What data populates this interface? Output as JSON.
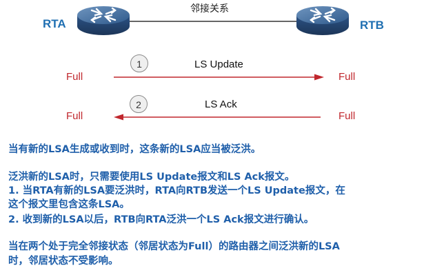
{
  "diagram": {
    "neighbor_label": "邻接关系",
    "router_a": "RTA",
    "router_b": "RTB",
    "messages": [
      {
        "step": "1",
        "label": "LS Update",
        "direction": "right",
        "left_state": "Full",
        "right_state": "Full"
      },
      {
        "step": "2",
        "label": "LS Ack",
        "direction": "left",
        "left_state": "Full",
        "right_state": "Full"
      }
    ],
    "colors": {
      "arrow": "#c0272d",
      "text": "#1f5faa",
      "router": "#1f6fb2"
    }
  },
  "text": {
    "line1": "当有新的LSA生成或收到时，这条新的LSA应当被泛洪。",
    "line2": "泛洪新的LSA时，只需要使用LS Update报文和LS Ack报文。",
    "line3": "1. 当RTA有新的LSA要泛洪时，RTA向RTB发送一个LS Update报文，在",
    "line4": "这个报文里包含这条LSA。",
    "line5": "2. 收到新的LSA以后，RTB向RTA泛洪一个LS Ack报文进行确认。",
    "line6": "当在两个处于完全邻接状态（邻居状态为Full）的路由器之间泛洪新的LSA",
    "line7": "时，邻居状态不受影响。"
  }
}
